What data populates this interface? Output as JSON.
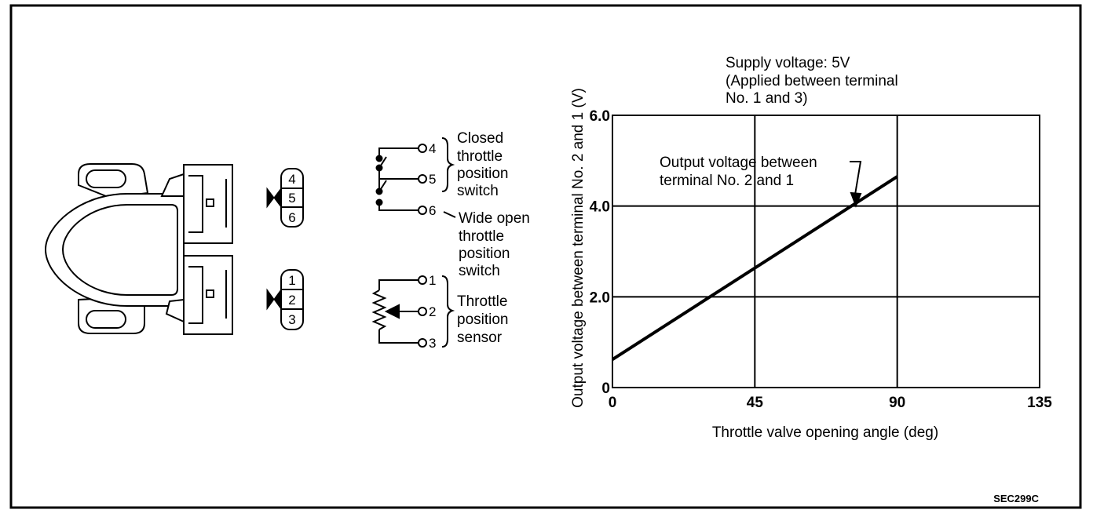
{
  "figure_code": "SEC299C",
  "connector": {
    "upper_pins": [
      "4",
      "5",
      "6"
    ],
    "lower_pins": [
      "1",
      "2",
      "3"
    ]
  },
  "schematic": {
    "switch_terminals": [
      "4",
      "5",
      "6"
    ],
    "sensor_terminals": [
      "1",
      "2",
      "3"
    ],
    "closed_switch_label": [
      "Closed",
      "throttle",
      "position",
      "switch"
    ],
    "wide_open_label": [
      "Wide open",
      "throttle",
      "position",
      "switch"
    ],
    "sensor_label": [
      "Throttle",
      "position",
      "sensor"
    ]
  },
  "chart_data": {
    "type": "line",
    "supply_note": [
      "Supply voltage: 5V",
      "(Applied between terminal",
      "No. 1 and 3)"
    ],
    "xlabel": "Throttle valve opening angle (deg)",
    "ylabel": "Output voltage between terminal No. 2 and 1 (V)",
    "x_ticks": [
      "0",
      "45",
      "90",
      "135"
    ],
    "y_ticks": [
      "0",
      "2.0",
      "4.0",
      "6.0"
    ],
    "xlim": [
      0,
      135
    ],
    "ylim": [
      0,
      6
    ],
    "grid": true,
    "series": [
      {
        "name": "",
        "x": [
          0,
          90
        ],
        "y": [
          0.62,
          4.65
        ]
      }
    ],
    "annotation": [
      "Output voltage between",
      "terminal No. 2 and 1"
    ]
  }
}
